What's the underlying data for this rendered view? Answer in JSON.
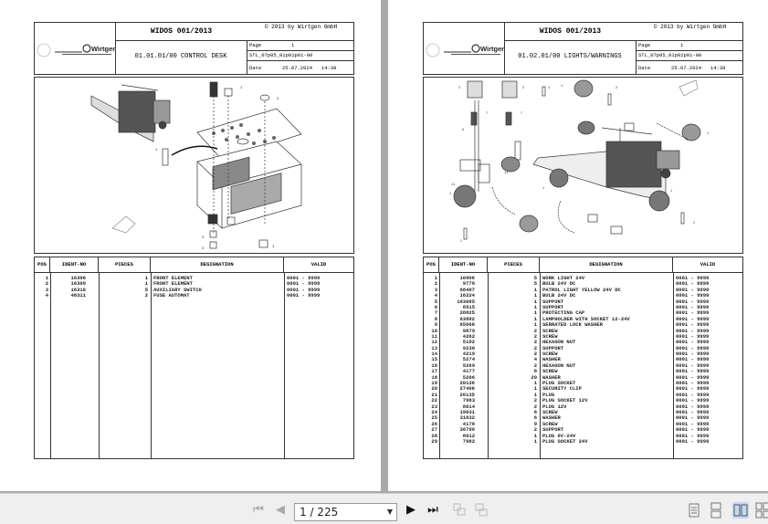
{
  "viewer": {
    "pages": [
      {
        "header": {
          "logo": "Wirtgen",
          "title": "WIDOS 001/2013",
          "copyright": "© 2013 by Wirtgen GmbH",
          "subtitle": "01.01.01/00 CONTROL DESK",
          "page_label": "Page",
          "page_value": "1",
          "doc_id": "STL_07p05_01p01p01-00",
          "date_label": "Date",
          "date_value": "25.07.2024   14:38"
        },
        "table": {
          "columns": [
            "POS",
            "IDENT-NO",
            "PIECES",
            "DESIGNATION",
            "VALID"
          ],
          "rows": [
            [
              "1",
              "16306",
              "1",
              "FRONT ELEMENT",
              "0001 - 9999"
            ],
            [
              "2",
              "16309",
              "1",
              "FRONT ELEMENT",
              "0001 - 9999"
            ],
            [
              "3",
              "16310",
              "5",
              "AUXILIARY SWITCH",
              "0001 - 9999"
            ],
            [
              "4",
              "48311",
              "2",
              "FUSE AUTOMAT",
              "0001 - 9999"
            ]
          ]
        }
      },
      {
        "header": {
          "logo": "Wirtgen",
          "title": "WIDOS 001/2013",
          "copyright": "© 2013 by Wirtgen GmbH",
          "subtitle": "01.02.01/00 LIGHTS/WARNINGS",
          "page_label": "Page",
          "page_value": "1",
          "doc_id": "STL_07p05_01p02p01-00",
          "date_label": "Date",
          "date_value": "25.07.2024   14:38"
        },
        "table": {
          "columns": [
            "POS",
            "IDENT-NO",
            "PIECES",
            "DESIGNATION",
            "VALID"
          ],
          "rows": [
            [
              "1",
              "10906",
              "5",
              "WORK LIGHT 24V",
              "0001 - 9999"
            ],
            [
              "2",
              "9778",
              "5",
              "BULB 24V DC",
              "0001 - 9999"
            ],
            [
              "3",
              "68407",
              "1",
              "PATROL LIGHT YELLOW 24V DC",
              "0001 - 9999"
            ],
            [
              "4",
              "16224",
              "1",
              "BULB 24V DC",
              "0001 - 9999"
            ],
            [
              "5",
              "103085",
              "1",
              "SUPPORT",
              "0001 - 9999"
            ],
            [
              "6",
              "6515",
              "1",
              "SUPPORT",
              "0001 - 9999"
            ],
            [
              "7",
              "28825",
              "1",
              "PROTECTING CAP",
              "0001 - 9999"
            ],
            [
              "8",
              "63882",
              "1",
              "LAMPHOLDER WITH SOCKET 12-24V",
              "0001 - 9999"
            ],
            [
              "9",
              "65068",
              "1",
              "SERRATED LOCK WASHER",
              "0001 - 9999"
            ],
            [
              "10",
              "9879",
              "2",
              "SCREW",
              "0001 - 9999"
            ],
            [
              "11",
              "4262",
              "2",
              "SCREW",
              "0001 - 9999"
            ],
            [
              "12",
              "5192",
              "2",
              "HEXAGON NUT",
              "0001 - 9999"
            ],
            [
              "13",
              "9230",
              "2",
              "SUPPORT",
              "0001 - 9999"
            ],
            [
              "14",
              "4219",
              "2",
              "SCREW",
              "0001 - 9999"
            ],
            [
              "15",
              "5274",
              "4",
              "WASHER",
              "0001 - 9999"
            ],
            [
              "16",
              "5269",
              "2",
              "HEXAGON NUT",
              "0001 - 9999"
            ],
            [
              "17",
              "4177",
              "8",
              "SCREW",
              "0001 - 9999"
            ],
            [
              "18",
              "5206",
              "20",
              "WASHER",
              "0001 - 9999"
            ],
            [
              "19",
              "20136",
              "1",
              "PLUG SOCKET",
              "0001 - 9999"
            ],
            [
              "20",
              "27406",
              "1",
              "SECURITY CLIP",
              "0001 - 9999"
            ],
            [
              "21",
              "20135",
              "1",
              "PLUG",
              "0001 - 9999"
            ],
            [
              "22",
              "7983",
              "2",
              "PLUG SOCKET 12V",
              "0001 - 9999"
            ],
            [
              "23",
              "8014",
              "2",
              "PLUG 12V",
              "0001 - 9999"
            ],
            [
              "24",
              "19031",
              "6",
              "SCREW",
              "0001 - 9999"
            ],
            [
              "25",
              "31632",
              "6",
              "WASHER",
              "0001 - 9999"
            ],
            [
              "26",
              "4178",
              "9",
              "SCREW",
              "0001 - 9999"
            ],
            [
              "27",
              "36799",
              "2",
              "SUPPORT",
              "0001 - 9999"
            ],
            [
              "28",
              "8012",
              "1",
              "PLUG 6V-24V",
              "0001 - 9999"
            ],
            [
              "29",
              "7982",
              "1",
              "PLUG SOCKET 24V",
              "0001 - 9999"
            ]
          ]
        }
      }
    ]
  },
  "toolbar": {
    "first_page_icon": "skip-first-icon",
    "prev_page_icon": "prev-icon",
    "page_input_value": "1 / 225",
    "next_page_icon": "next-icon",
    "last_page_icon": "skip-last-icon",
    "view_modes": [
      "single-page",
      "continuous",
      "two-page",
      "two-page-continuous"
    ],
    "active_view_mode": "two-page"
  }
}
